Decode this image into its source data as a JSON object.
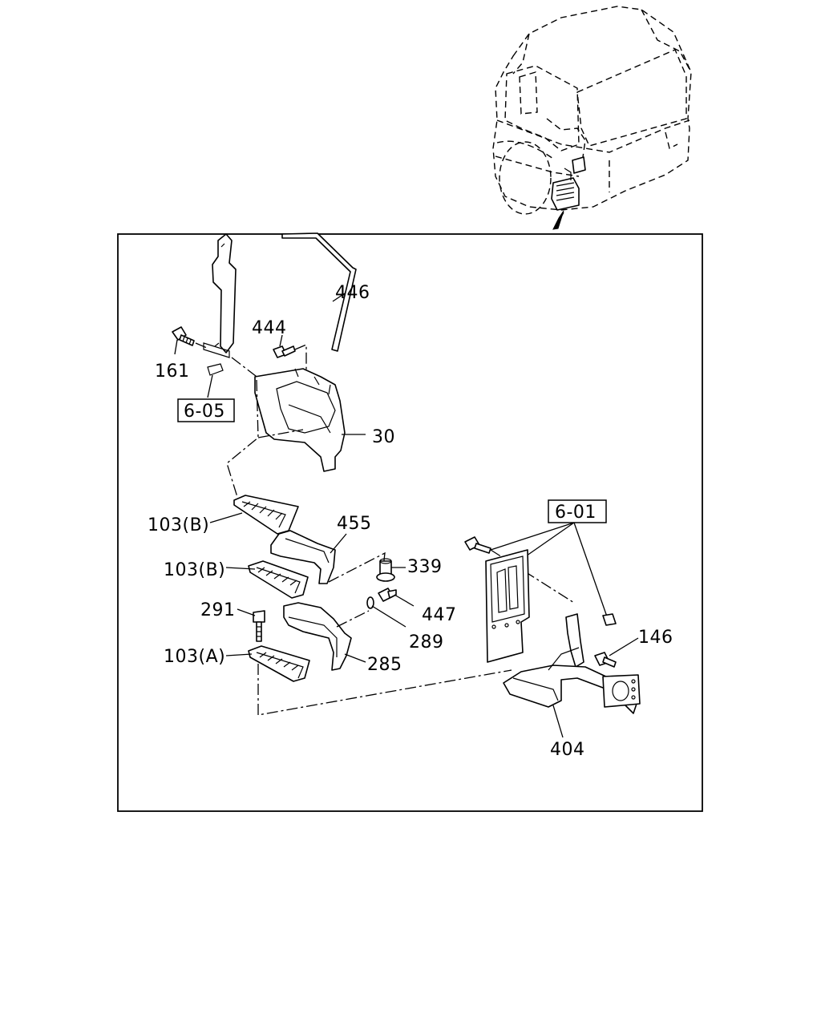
{
  "labels": {
    "p446": "446",
    "p444": "444",
    "p161": "161",
    "ref605": "6-05",
    "p30": "30",
    "p103b_1": "103(B)",
    "p455": "455",
    "p103b_2": "103(B)",
    "p339": "339",
    "p291": "291",
    "p447": "447",
    "p289": "289",
    "p103a": "103(A)",
    "p285": "285",
    "ref601": "6-01",
    "p146": "146",
    "p404": "404"
  }
}
